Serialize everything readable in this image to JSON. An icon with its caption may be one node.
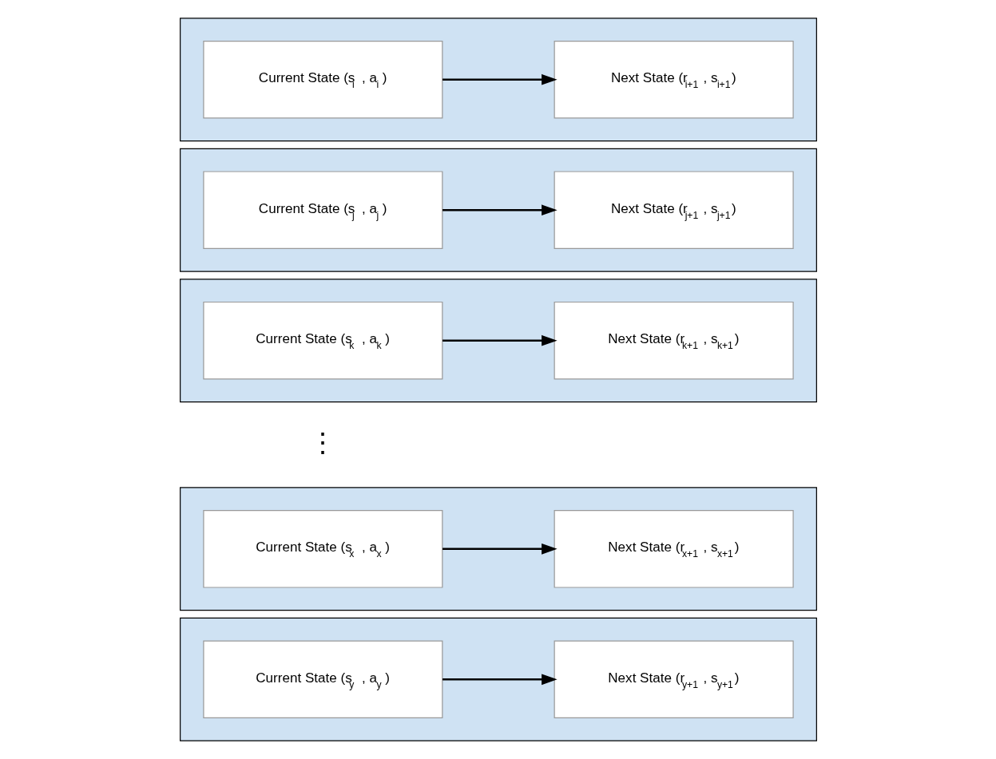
{
  "diagram": {
    "nodes": [
      {
        "text": [],
        "shape": "box"
      },
      {
        "text": [
          "Current State (s$_{i}$ , a$_{i}$)"
        ],
        "in": 0
      },
      {
        "text": [
          "Next State (r$_{i+1}$ , s$_{i+1}$)"
        ],
        "in": 0
      },
      {
        "text": [],
        "shape": "box"
      },
      {
        "text": [
          "Current State (s$_{j}$ , a$_{j}$)"
        ],
        "in": 3
      },
      {
        "text": [
          "Next State (r$_{j+1}$ , s$_{j+1}$)"
        ],
        "in": 3
      },
      {
        "text": [],
        "shape": "box"
      },
      {
        "text": [
          "Current State (s$_{k}$ , a$_{k}$)"
        ],
        "in": 6
      },
      {
        "text": [
          "Next State (r$_{k+1}$ , s$_{k+1}$)"
        ],
        "in": 6
      },
      {
        "text": [],
        "shape": "box"
      },
      {
        "text": [
          "Current State (s$_{x}$ , a$_{x}$)"
        ],
        "in": 9
      },
      {
        "text": [
          "Next State (r$_{x+1}$ , s$_{x+1}$)"
        ],
        "in": 9
      },
      {
        "text": [],
        "shape": "box"
      },
      {
        "text": [
          "Current State (s$_{y}$ , a$_{y}$)"
        ],
        "in": 12
      },
      {
        "text": [
          "Next State (r$_{y+1}$ , s$_{y+1}$)"
        ],
        "in": 12
      }
    ],
    "edges": [
      {
        "from": 1,
        "to": 2,
        "arrow": "to"
      },
      {
        "from": 4,
        "to": 5,
        "arrow": "to"
      },
      {
        "from": 7,
        "to": 8,
        "arrow": "to"
      },
      {
        "from": 10,
        "to": 11,
        "arrow": "to"
      },
      {
        "from": 13,
        "to": 14,
        "arrow": "to"
      }
    ],
    "labels": [
      "⋮"
    ]
  }
}
